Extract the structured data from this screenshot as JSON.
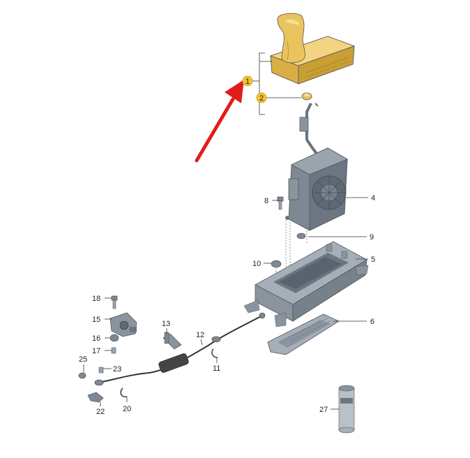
{
  "callouts": [
    {
      "num": "1",
      "highlight": true
    },
    {
      "num": "2",
      "highlight": true
    },
    {
      "num": "4"
    },
    {
      "num": "5"
    },
    {
      "num": "6"
    },
    {
      "num": "8"
    },
    {
      "num": "9"
    },
    {
      "num": "10"
    },
    {
      "num": "11"
    },
    {
      "num": "12"
    },
    {
      "num": "13"
    },
    {
      "num": "15"
    },
    {
      "num": "16"
    },
    {
      "num": "17"
    },
    {
      "num": "18"
    },
    {
      "num": "20"
    },
    {
      "num": "22"
    },
    {
      "num": "23"
    },
    {
      "num": "25"
    },
    {
      "num": "27"
    }
  ],
  "colors": {
    "highlight_badge": "#f2c230",
    "shifter_gold": "#e8c25a",
    "arrow_red": "#e21c1c",
    "part_gray": "#8f9aa6"
  }
}
